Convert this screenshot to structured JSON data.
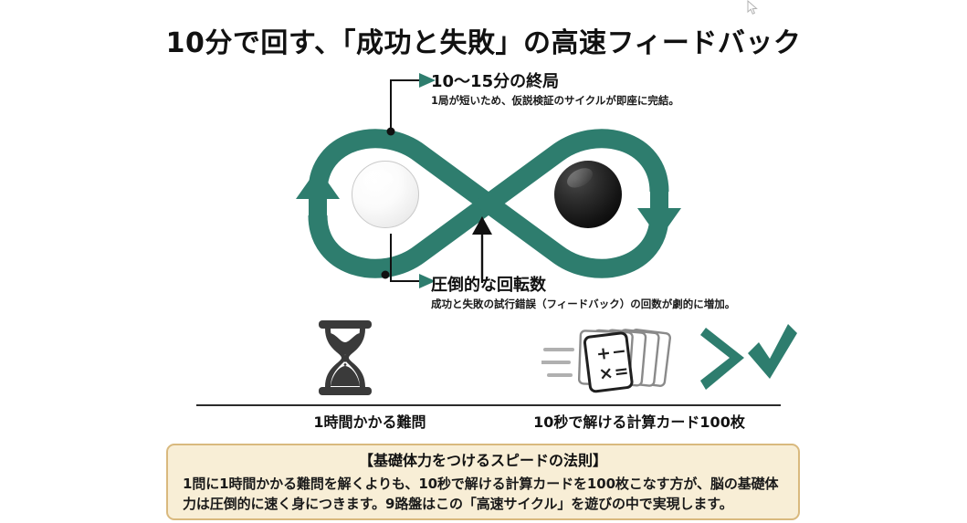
{
  "title": "10分で回す、「成功と失敗」の高速フィードバック",
  "diagram": {
    "white_stone_name": "white-go-stone",
    "black_stone_name": "black-go-stone",
    "accent_color": "#2e7d6e",
    "callouts": [
      {
        "heading": "10〜15分の終局",
        "detail": "1局が短いため、仮説検証のサイクルが即座に完結。"
      },
      {
        "heading": "圧倒的な回転数",
        "detail": "成功と失敗の試行錯誤（フィードバック）の回数が劇的に増加。"
      }
    ]
  },
  "comparison": {
    "left": {
      "icon": "hourglass-icon",
      "caption": "1時間かかる難問"
    },
    "right": {
      "icon": "calculation-cards-icon",
      "caption": "10秒で解ける計算カード100枚",
      "check_icon": "check-mark-icon"
    }
  },
  "note": {
    "title": "【基礎体力をつけるスピードの法則】",
    "line1": "1問に1時間かかる難問を解くよりも、10秒で解ける計算カードを100枚こなす方が、脳の基礎体",
    "line2": "力は圧倒的に速く身につきます。9路盤はこの「高速サイクル」を遊びの中で実現します。",
    "background_color": "#f8eed6",
    "border_color": "#d9b97e"
  }
}
